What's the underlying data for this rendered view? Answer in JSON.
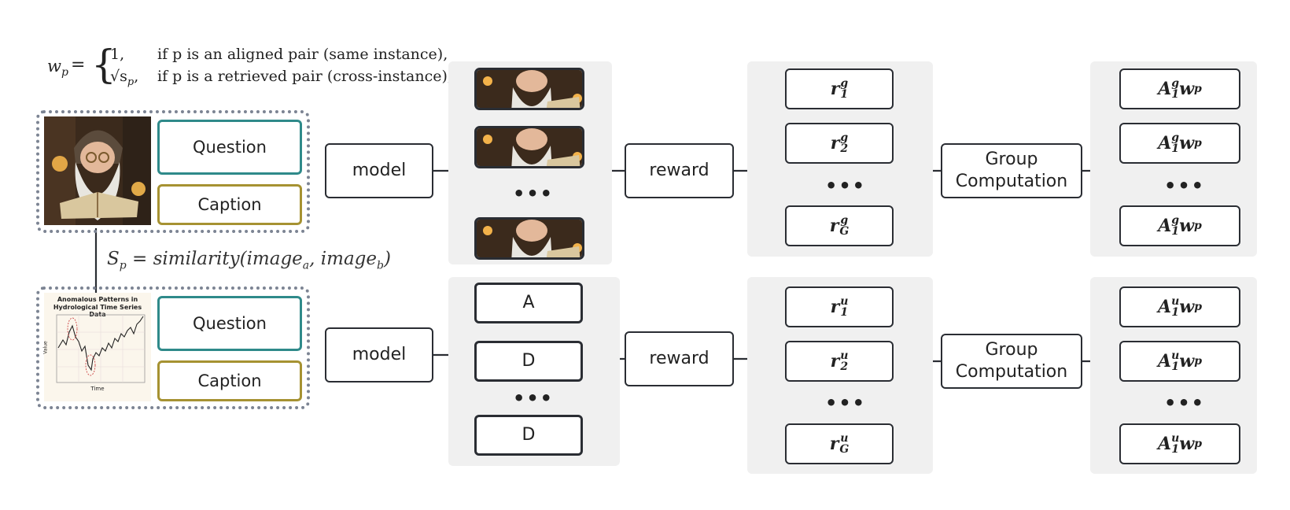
{
  "formula_w": {
    "lhs": "w",
    "lhs_sub": "p",
    "case1_val": "1,",
    "case1_cond": "if p is an aligned pair (same instance),",
    "case2_val": "√s",
    "case2_sub": "p",
    "case2_cond": "if p is a retrieved pair (cross-instance),"
  },
  "formula_s": "S_p = similarity(image_a, image_b)",
  "input_top": {
    "question": "Question",
    "caption": "Caption"
  },
  "input_bottom": {
    "question": "Question",
    "caption": "Caption",
    "chart_title_1": "Anomalous Patterns in",
    "chart_title_2": "Hydrological Time Series Data",
    "chart_ylabel": "Value",
    "chart_xlabel": "Time"
  },
  "row_top": {
    "model": "model",
    "reward": "reward",
    "group": "Group Computation",
    "ellipsis": "•••",
    "rewards": [
      "r",
      "r",
      "r"
    ],
    "reward_subs": [
      "1",
      "2",
      "G"
    ],
    "reward_sup": "g",
    "adv_sup": "g",
    "adv_sub": "1",
    "adv_w_sub": "p"
  },
  "row_bottom": {
    "model": "model",
    "reward": "reward",
    "group": "Group Computation",
    "ellipsis": "•••",
    "answers": [
      "A",
      "D",
      "D"
    ],
    "reward_subs": [
      "1",
      "2",
      "G"
    ],
    "reward_sup": "u",
    "adv_sup": "u",
    "adv_sub": "1",
    "adv_w_sub": "p"
  },
  "colors": {
    "question_border": "#2f8a8a",
    "caption_border": "#a69232",
    "panel_bg": "#f0f0f0",
    "box_border": "#2a2d33"
  }
}
